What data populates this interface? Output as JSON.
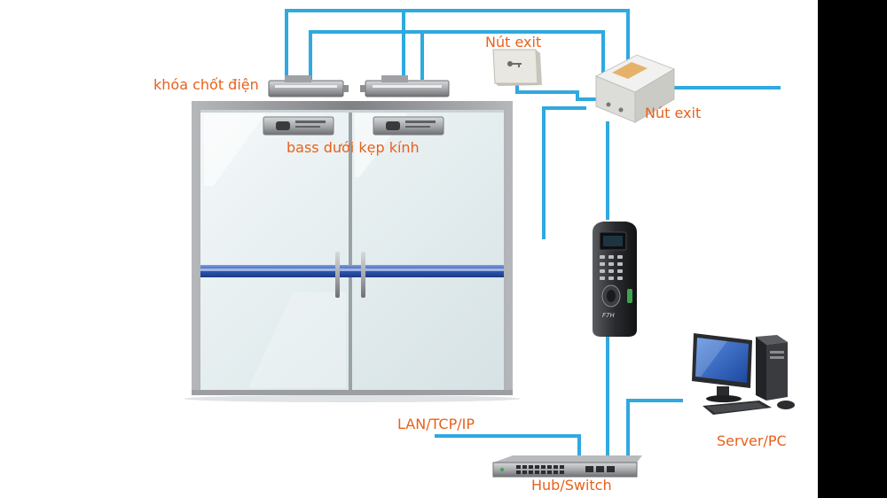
{
  "labels": {
    "lock": "khóa chốt điện",
    "bracket": "bass dưới kẹp kính",
    "exit_button": "Nút exit",
    "exit_power": "Nút exit",
    "network": "LAN/TCP/IP",
    "server": "Server/PC",
    "switch": "Hub/Switch"
  },
  "device": {
    "brand_mark": "F7H"
  },
  "colors": {
    "wire": "#2fa9df",
    "label": "#e8611c",
    "door_bar": "#2d55b0",
    "frame": "#8d8f92",
    "glass": "#e9f1f2",
    "background": "#ffffff"
  },
  "icons": [
    "electric-bolt-lock-icon",
    "glass-clamp-bracket-icon",
    "exit-button-icon",
    "power-supply-icon",
    "fingerprint-reader-icon",
    "network-switch-icon",
    "desktop-computer-icon"
  ]
}
